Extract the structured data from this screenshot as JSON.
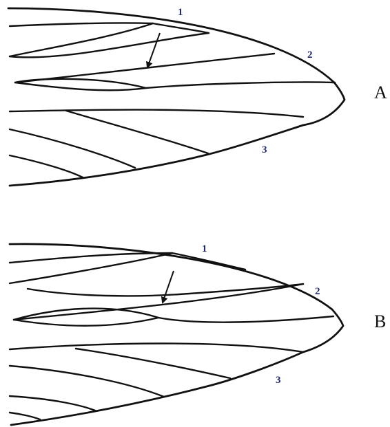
{
  "colors": {
    "line": "#111111",
    "vein_label": "#1f2a6e",
    "panel_label": "#111111",
    "background": "#ffffff"
  },
  "panels": [
    {
      "letter": "A",
      "vein_labels": [
        "1",
        "2",
        "3"
      ]
    },
    {
      "letter": "B",
      "vein_labels": [
        "1",
        "2",
        "3"
      ]
    }
  ]
}
